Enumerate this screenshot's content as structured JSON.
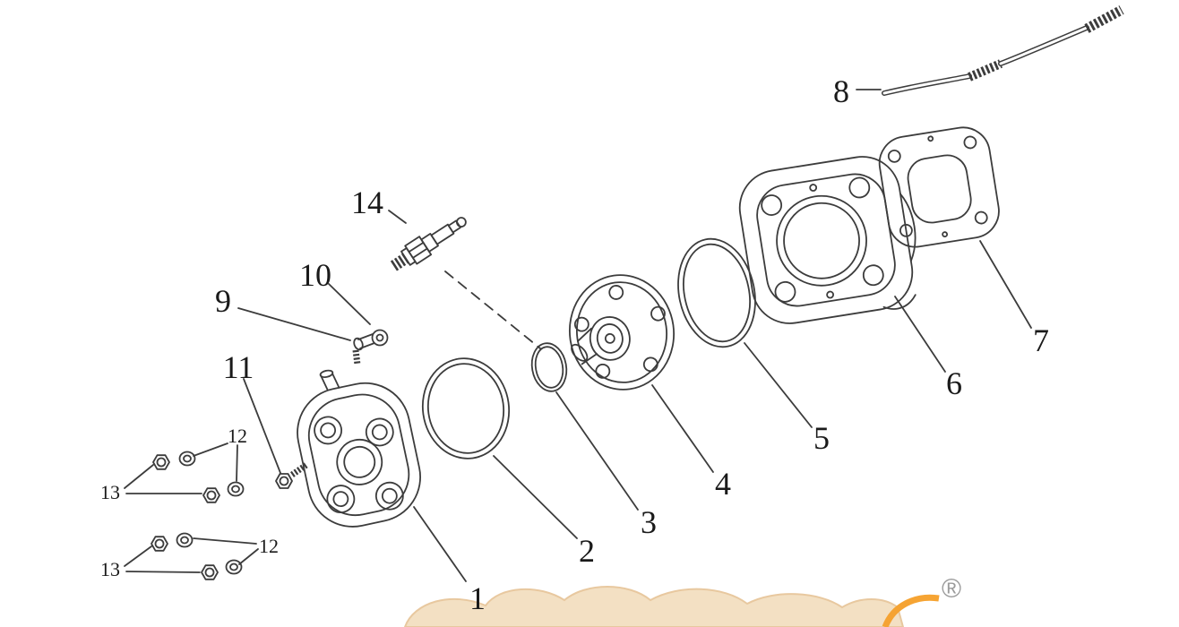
{
  "diagram": {
    "labels": {
      "part1": "1",
      "part2": "2",
      "part3": "3",
      "part4": "4",
      "part5": "5",
      "part6": "6",
      "part7": "7",
      "part8": "8",
      "part9": "9",
      "part10": "10",
      "part11": "11",
      "part12a": "12",
      "part12b": "12",
      "part13a": "13",
      "part13b": "13",
      "part14": "14"
    }
  },
  "watermark": {
    "registered": "®"
  },
  "colors": {
    "line": "#3c3c3c",
    "label_text": "#1a1a1a",
    "watermark_gray": "#9a9a9a",
    "brand_tan": "#f2ddbd",
    "brand_orange": "#f59a1d"
  }
}
